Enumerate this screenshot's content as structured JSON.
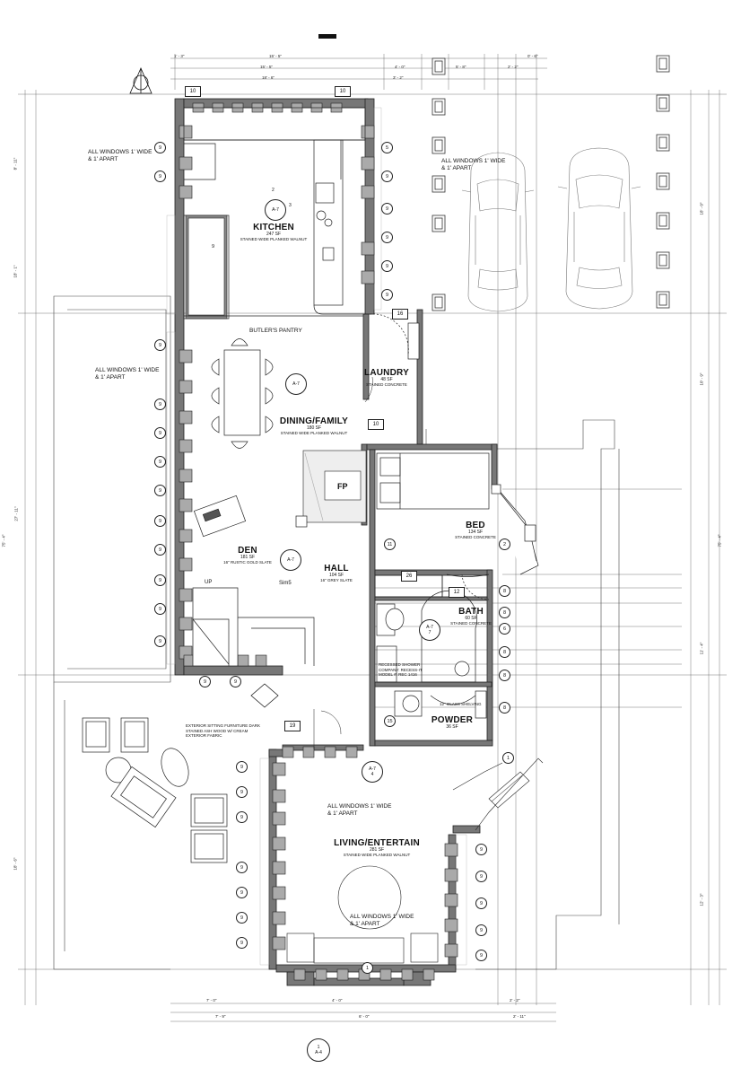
{
  "rooms": {
    "kitchen": {
      "name": "KITCHEN",
      "area": "247 SF",
      "material": "STAINED WIDE PLANKED WALNUT"
    },
    "laundry": {
      "name": "LAUNDRY",
      "area": "48 SF",
      "material": "STAINED CONCRETE"
    },
    "dining": {
      "name": "DINING/FAMILY",
      "area": "180 SF",
      "material": "STAINED WIDE PLANKED WALNUT"
    },
    "bed": {
      "name": "BED",
      "area": "134 SF",
      "material": "STAINED CONCRETE"
    },
    "den": {
      "name": "DEN",
      "area": "181 SF",
      "material": "16\" RUSTIC GOLD SLATE"
    },
    "hall": {
      "name": "HALL",
      "area": "104 SF",
      "material": "16\" GREY SLATE"
    },
    "bath": {
      "name": "BATH",
      "area": "60 SF",
      "material": "STAINED CONCRETE"
    },
    "powder": {
      "name": "POWDER",
      "area": "36 SF"
    },
    "living": {
      "name": "LIVING/ENTERTAIN",
      "area": "281 SF",
      "material": "STAINED WIDE PLANKED WALNUT"
    }
  },
  "labels": {
    "butlers_pantry": "BUTLER'S PANTRY",
    "fp": "FP",
    "up": "UP",
    "sim": "Sim5"
  },
  "notes": {
    "windows": "ALL WINDOWS 1' WIDE & 1' APART",
    "exterior_furniture": "EXTERIOR SITTING FURNITURE DARK STAINED ASH WOOD W/ CREAM EXTERIOR FABRIC",
    "shower": "RECESSED SHOWER COMPANY: RECESS-IT MODEL #: REC 1416",
    "shelving": "12\" GLASS SHELVING"
  },
  "section_refs": {
    "top_kitchen": {
      "sheet": "A-7",
      "num_top": "2",
      "num_side": "3"
    },
    "dining": {
      "sheet": "A-7"
    },
    "den": {
      "sheet": "A-7"
    },
    "bath": {
      "sheet": "A-7",
      "num": "7"
    },
    "living": {
      "sheet": "A-7",
      "num": "4"
    },
    "bottom": {
      "num": "1",
      "sheet": "A-4"
    }
  },
  "tags": {
    "t9": "9",
    "t10": "10",
    "t5": "5",
    "t16": "16",
    "t11": "11",
    "t2": "2",
    "t8": "8",
    "t6": "6",
    "t15": "15",
    "t1": "1",
    "t26": "26",
    "t12": "12",
    "t19": "19"
  },
  "dimensions": {
    "d_top1": "15' - 5\"",
    "d_top2": "18' - 6\"",
    "d_top3": "1' - 3\"",
    "d_top4": "4' - 0\"",
    "d_top5": "5' - 8\"",
    "d_top6": "2' - 2\"",
    "d_top7": "3' - 2\"",
    "d_top8": "0' - 6\"",
    "d_left1": "8' - 11\"",
    "d_left2": "18' - 1\"",
    "d_left3": "27' - 11\"",
    "d_left4": "18' - 6\"",
    "d_left5": "75' - 4\"",
    "d_right1": "10' - 9\"",
    "d_right2": "18' - 0\"",
    "d_right3": "11' - 4\"",
    "d_right4": "12' - 3\"",
    "d_bot1": "7' - 0\"",
    "d_bot2": "7' - 9\"",
    "d_bot3": "6' - 0\"",
    "d_bot4": "4' - 0\"",
    "d_bot5": "2' - 11\"",
    "d_bot6": "2' - 2\""
  }
}
